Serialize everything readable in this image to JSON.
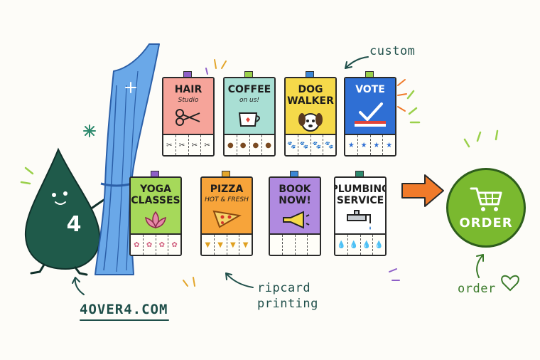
{
  "annotations": {
    "custom": "custom",
    "ripcard_line1": "ripcard",
    "ripcard_line2": "printing",
    "order": "order",
    "url": "4OVER4.COM"
  },
  "mascot": {
    "number": "4"
  },
  "posters": [
    {
      "title": "HAIR",
      "sub": "Studio",
      "bg": "#f6a49a",
      "tape": "#8e5fc7",
      "icon": "scissors-icon",
      "strip": "✂"
    },
    {
      "title": "COFFEE",
      "sub": "on us!",
      "bg": "#a9dfd4",
      "tape": "#9ad04a",
      "icon": "coffee-cup-icon",
      "strip": "●"
    },
    {
      "title": "DOG WALKER",
      "sub": "",
      "bg": "#f5d94a",
      "tape": "#3b86d6",
      "icon": "dog-face-icon",
      "strip": "🐾"
    },
    {
      "title": "VOTE",
      "sub": "",
      "bg": "#2f6fd4",
      "tape": "#9ad04a",
      "icon": "checkmark-icon",
      "strip": "★"
    },
    {
      "title": "YOGA CLASSES",
      "sub": "",
      "bg": "#a6d95a",
      "tape": "#8e5fc7",
      "icon": "lotus-icon",
      "strip": "✿"
    },
    {
      "title": "PIZZA",
      "sub": "HOT & FRESH",
      "bg": "#f7a43a",
      "tape": "#e3a52a",
      "icon": "pizza-slice-icon",
      "strip": "▼"
    },
    {
      "title": "BOOK NOW!",
      "sub": "",
      "bg": "#b08ae0",
      "tape": "#3b86d6",
      "icon": "megaphone-icon",
      "strip": ""
    },
    {
      "title": "PLUMBING SERVICE",
      "sub": "",
      "bg": "#ffffff",
      "tape": "#2e8a6e",
      "icon": "faucet-icon",
      "strip": "💧"
    }
  ],
  "order_button": {
    "label": "ORDER",
    "icon": "shopping-cart-icon"
  },
  "colors": {
    "mascot": "#1f5a4a",
    "curtain": "#6aa8e8",
    "arrow": "#f07a2a",
    "order_green": "#7ab92f"
  }
}
